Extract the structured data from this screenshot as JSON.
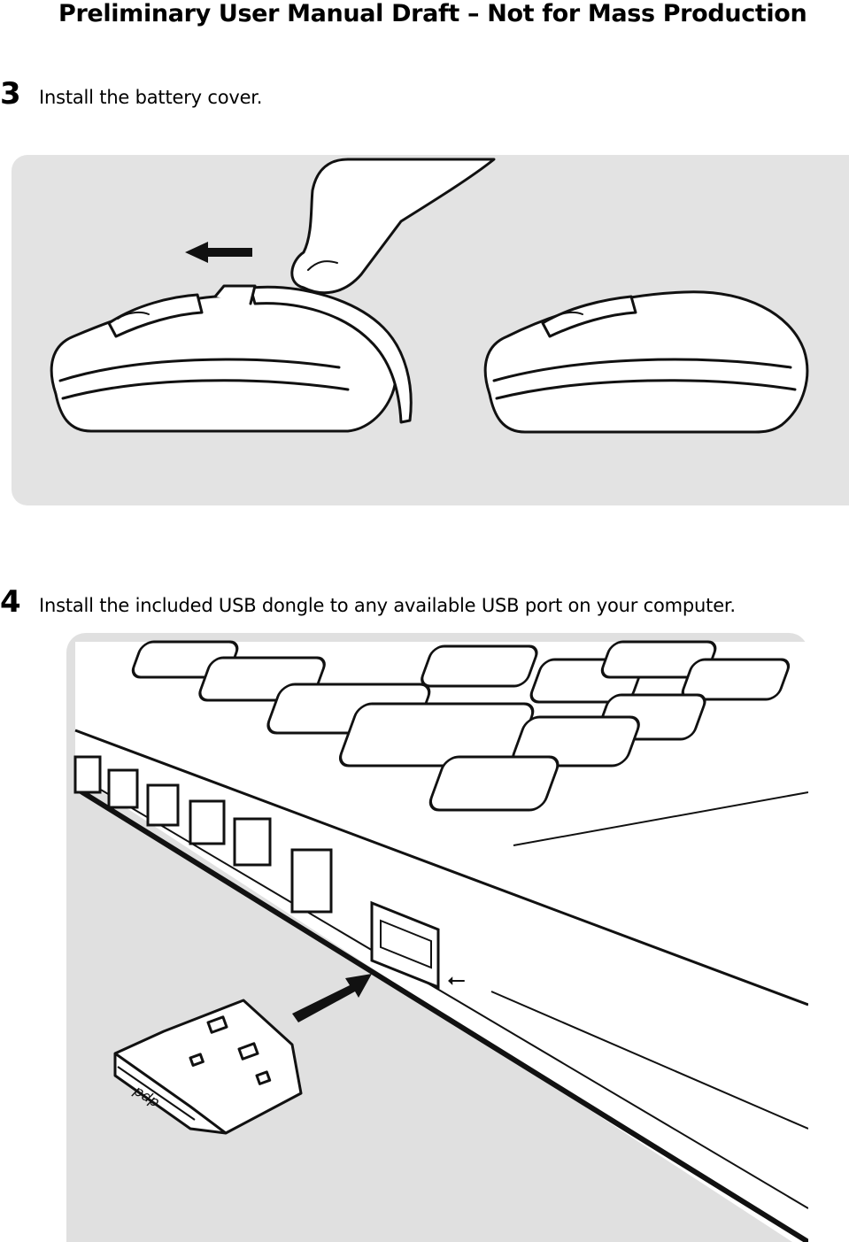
{
  "header": {
    "title": "Preliminary User Manual Draft – Not for Mass Production"
  },
  "steps": [
    {
      "number": "3",
      "text": "Install the battery cover."
    },
    {
      "number": "4",
      "text": "Install the included USB dongle to any available USB port on your computer."
    }
  ],
  "illustrations": {
    "mouse": {
      "subject": "wireless mouse battery cover installation",
      "icons": [
        "finger-icon",
        "arrow-left-icon",
        "mouse-icon"
      ]
    },
    "laptop": {
      "subject": "usb dongle insertion into laptop port",
      "icons": [
        "keyboard-icon",
        "usb-port-icon",
        "usb-symbol-icon",
        "arrow-icon",
        "usb-dongle-icon"
      ],
      "dongle_brand": "pdp"
    }
  }
}
